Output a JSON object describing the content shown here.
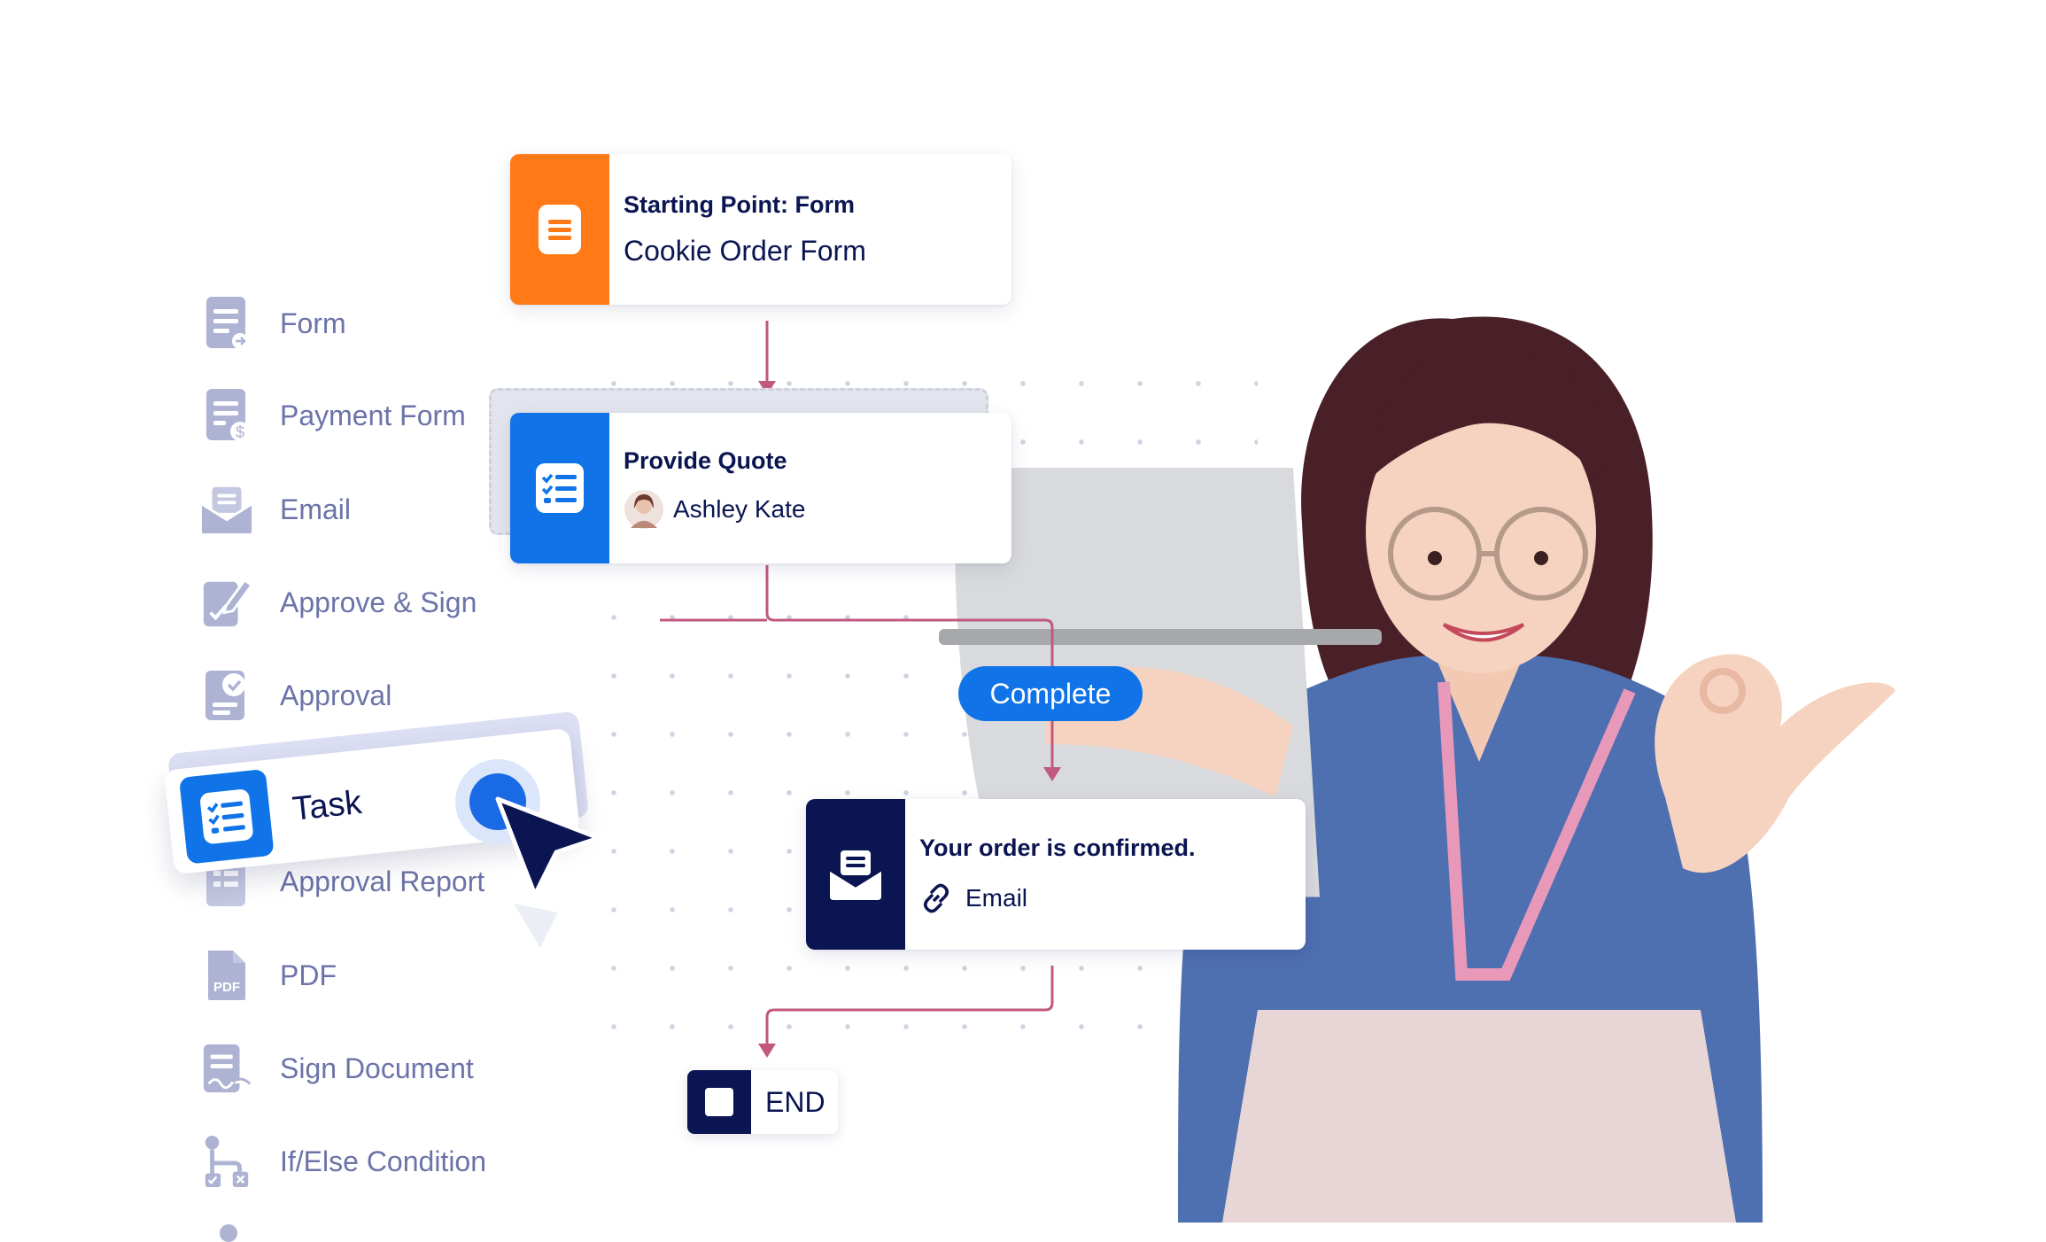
{
  "sidebar": {
    "items": [
      {
        "label": "Form",
        "icon": "form-icon"
      },
      {
        "label": "Payment Form",
        "icon": "payment-form-icon"
      },
      {
        "label": "Email",
        "icon": "email-icon"
      },
      {
        "label": "Approve & Sign",
        "icon": "approve-sign-icon"
      },
      {
        "label": "Approval",
        "icon": "approval-icon"
      },
      {
        "label": "Approval Report",
        "icon": "approval-report-icon"
      },
      {
        "label": "PDF",
        "icon": "pdf-icon"
      },
      {
        "label": "Sign Document",
        "icon": "sign-document-icon"
      },
      {
        "label": "If/Else Condition",
        "icon": "if-else-condition-icon"
      }
    ]
  },
  "drag_item": {
    "label": "Task",
    "icon": "task-list-icon"
  },
  "flow": {
    "start": {
      "heading": "Starting Point: Form",
      "title": "Cookie Order Form",
      "color": "#ff7a17"
    },
    "quote": {
      "heading": "Provide Quote",
      "assignee": "Ashley Kate",
      "color": "#1074e8"
    },
    "branch_label": "Complete",
    "email": {
      "heading": "Your order is confirmed.",
      "link_label": "Email",
      "color": "#0a1551"
    },
    "end": {
      "label": "END"
    }
  },
  "colors": {
    "accent": "#1074e8",
    "navy": "#0a1551",
    "connector": "#c0587f",
    "muted_text": "#6c73a8"
  }
}
